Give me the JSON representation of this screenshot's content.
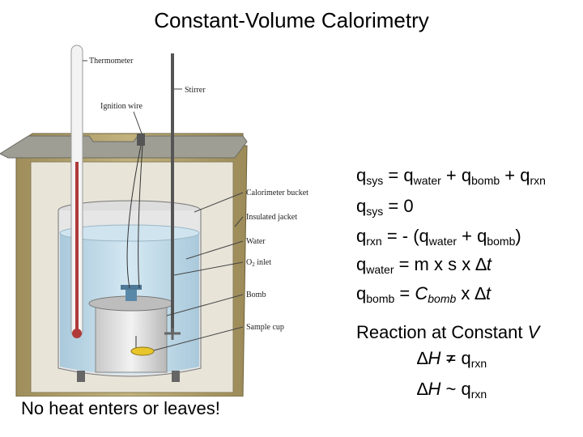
{
  "title": "Constant-Volume Calorimetry",
  "diagram": {
    "labels": {
      "thermometer": "Thermometer",
      "ignition_wire": "Ignition wire",
      "stirrer": "Stirrer",
      "bucket": "Calorimeter bucket",
      "jacket": "Insulated jacket",
      "water": "Water",
      "o2": "O",
      "o2_sub": "2",
      "o2_rest": " inlet",
      "bomb": "Bomb",
      "cup": "Sample cup"
    },
    "colors": {
      "jacket": "#b3a26e",
      "water": "#bcd8e8",
      "thermometer_fluid": "#b03a3a",
      "sample": "#e8c52a"
    }
  },
  "equations": {
    "e1": {
      "q1": "q",
      "s1": "sys",
      "eq": " = ",
      "q2": "q",
      "s2": "water",
      "plus1": " + ",
      "q3": "q",
      "s3": "bomb",
      "plus2": " + ",
      "q4": "q",
      "s4": "rxn"
    },
    "e2": {
      "q1": "q",
      "s1": "sys",
      "rest": " = 0"
    },
    "e3": {
      "q1": "q",
      "s1": "rxn",
      "mid": " = - (",
      "q2": "q",
      "s2": "water",
      "plus": " + ",
      "q3": "q",
      "s3": "bomb",
      "end": ")"
    },
    "e4": {
      "q1": "q",
      "s1": "water",
      "rest": " = m x s x ",
      "delta": "∆",
      "t": "t"
    },
    "e5": {
      "q1": "q",
      "s1": "bomb",
      "eq": " = ",
      "C": "C",
      "Cs": "bomb",
      "x": " x ",
      "delta": "∆",
      "t": "t"
    }
  },
  "constant_v": {
    "text": "Reaction at Constant ",
    "V": "V"
  },
  "dh1": {
    "delta": "∆",
    "H": "H ",
    "neq": "=",
    "q": " q",
    "sub": "rxn"
  },
  "dh2": {
    "delta": "∆",
    "H": "H",
    "tilde": " ~ ",
    "q": "q",
    "sub": "rxn"
  },
  "footer": "No heat enters or leaves!"
}
